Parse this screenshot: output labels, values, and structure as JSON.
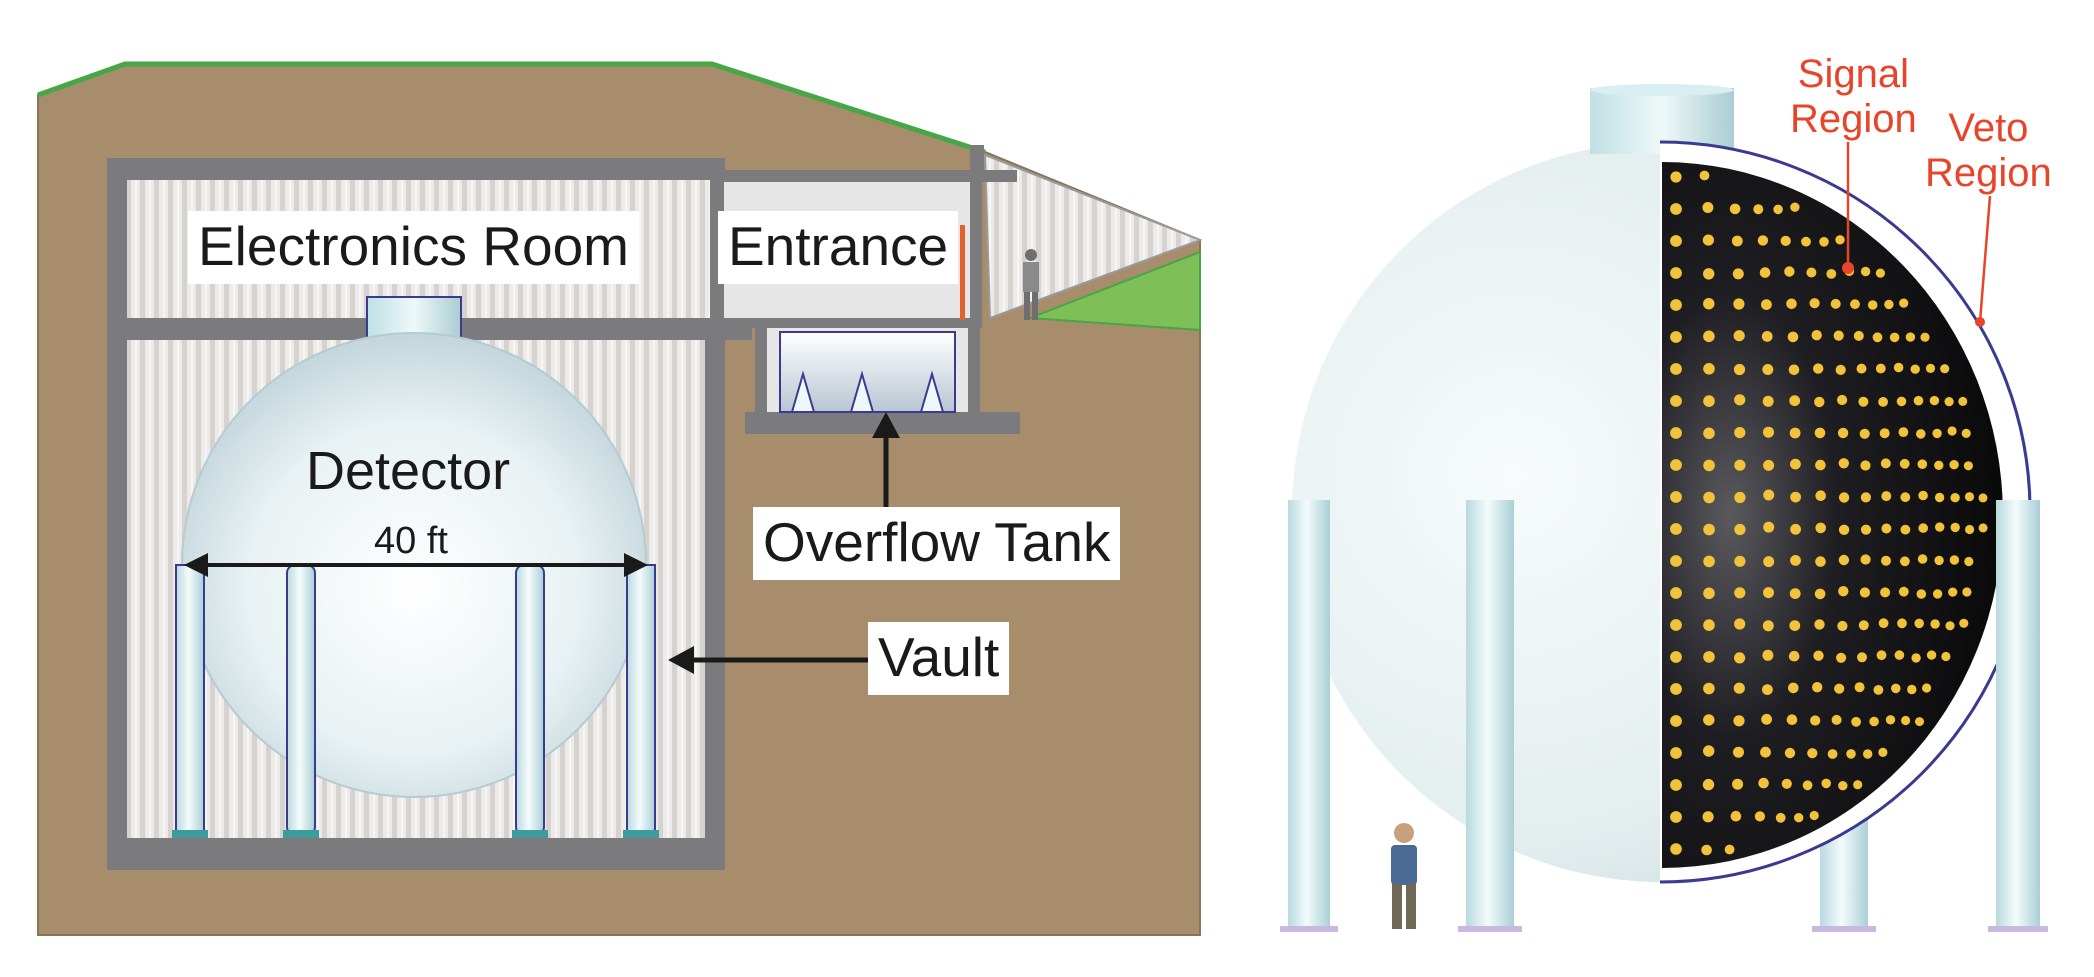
{
  "colors": {
    "earth": "#a88d6c",
    "grass": "#47a646",
    "wall": "#7b7b7d",
    "accent_red": "#e8442a",
    "pmt": "#f2c23a",
    "sphere_edge": "#3b3a90"
  },
  "left_diagram": {
    "labels": {
      "electronics_room": "Electronics Room",
      "entrance": "Entrance",
      "detector": "Detector",
      "diameter": "40 ft",
      "overflow_tank": "Overflow Tank",
      "vault": "Vault"
    }
  },
  "right_diagram": {
    "labels": {
      "signal_region": [
        "Signal",
        "Region"
      ],
      "veto_region": [
        "Veto",
        "Region"
      ]
    }
  }
}
